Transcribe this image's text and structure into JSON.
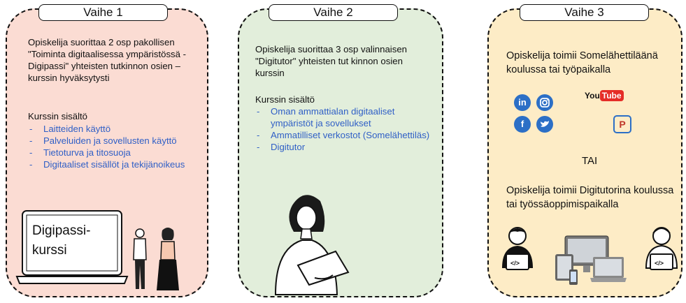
{
  "stage1": {
    "tab": "Vaihe 1",
    "description": "Opiskelija suorittaa 2 osp pakollisen \"Toiminta digitaalisessa ympäristössä - Digipassi\" yhteisten tutkinnon osien –kurssin hyväksytysti",
    "content_heading": "Kurssin sisältö",
    "items": [
      "Laitteiden käyttö",
      "Palveluiden ja sovellusten käyttö",
      "Tietoturva ja titosuoja",
      "Digitaaliset sisällöt ja tekijänoikeus"
    ],
    "laptop_line1": "Digipassi-",
    "laptop_line2": "kurssi"
  },
  "stage2": {
    "tab": "Vaihe 2",
    "description": "Opiskelija suorittaa 3 osp valinnaisen \"Digitutor\" yhteisten tut kinnon osien kurssin",
    "content_heading": "Kurssin sisältö",
    "items": [
      "Oman ammattialan digitaaliset ympäristöt ja sovellukset",
      "Ammatilliset verkostot (Somelähettiläs)",
      "Digitutor"
    ]
  },
  "stage3": {
    "tab": "Vaihe 3",
    "text1": "Opiskelija toimii Somelähettiläänä koulussa tai työpaikalla",
    "or_text": "TAI",
    "text2": "Opiskelija toimii Digitutorina koulussa tai työssäoppimispaikalla",
    "youtube_you": "You",
    "youtube_tube": "Tube",
    "linkedin": "in",
    "facebook": "f",
    "pinterest": "P",
    "code": "</>"
  },
  "colors": {
    "stage1_bg": "#fbdcd3",
    "stage2_bg": "#e2eedb",
    "stage3_bg": "#fdecc6",
    "list_blue": "#2f5fc6",
    "social_blue": "#2c6fc6",
    "youtube_red": "#e52d27"
  },
  "icons": [
    "laptop-icon",
    "people-icon",
    "woman-with-laptop-icon",
    "linkedin-icon",
    "instagram-icon",
    "facebook-icon",
    "twitter-icon",
    "youtube-icon",
    "pinterest-icon",
    "developer-icon",
    "devices-icon"
  ]
}
